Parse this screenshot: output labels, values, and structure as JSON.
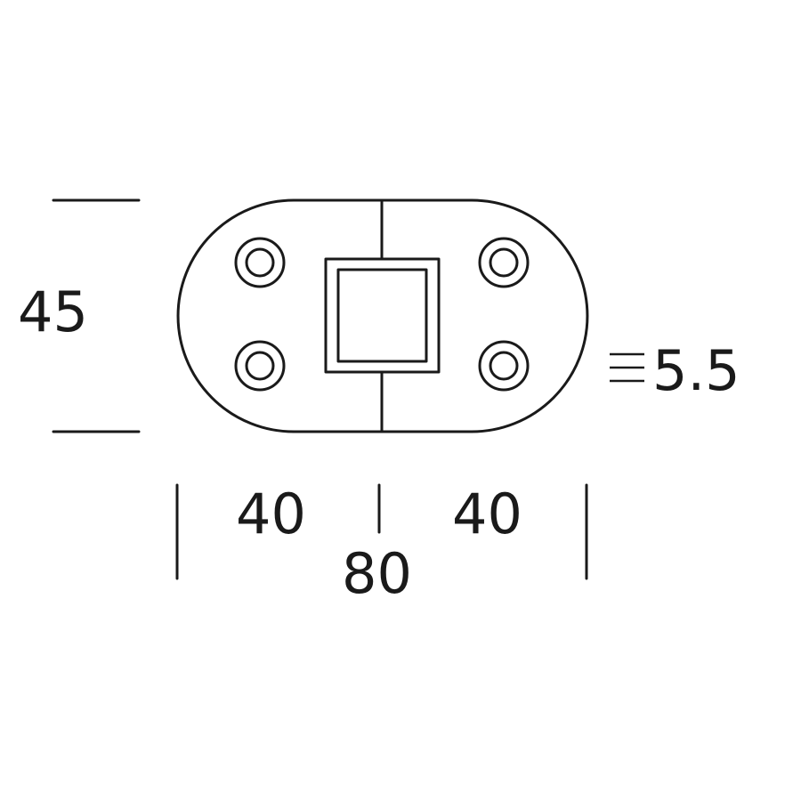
{
  "dimensions": {
    "height": "45",
    "left_width": "40",
    "right_width": "40",
    "total_width": "80",
    "hole_diameter": "5.5"
  },
  "colors": {
    "line": "#1a1a1a",
    "background": "#ffffff"
  }
}
